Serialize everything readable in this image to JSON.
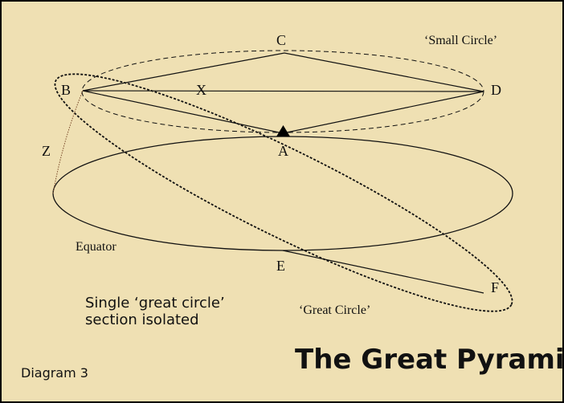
{
  "colors": {
    "background": "#efe0b3",
    "border": "#000000",
    "ink": "#111111",
    "meridian": "#7a4a2a"
  },
  "points": {
    "a": "A",
    "b": "B",
    "c": "C",
    "d": "D",
    "e": "E",
    "f": "F",
    "x": "X",
    "z": "Z"
  },
  "labels": {
    "small_circle": "‘Small Circle’",
    "great_circle": "‘Great Circle’",
    "equator": "Equator",
    "caption_line1": "Single ‘great circle’",
    "caption_line2": "section isolated",
    "title": "The Great Pyramid",
    "diagram_number": "Diagram 3"
  },
  "icons": {
    "pyramid": "pyramid-icon"
  }
}
